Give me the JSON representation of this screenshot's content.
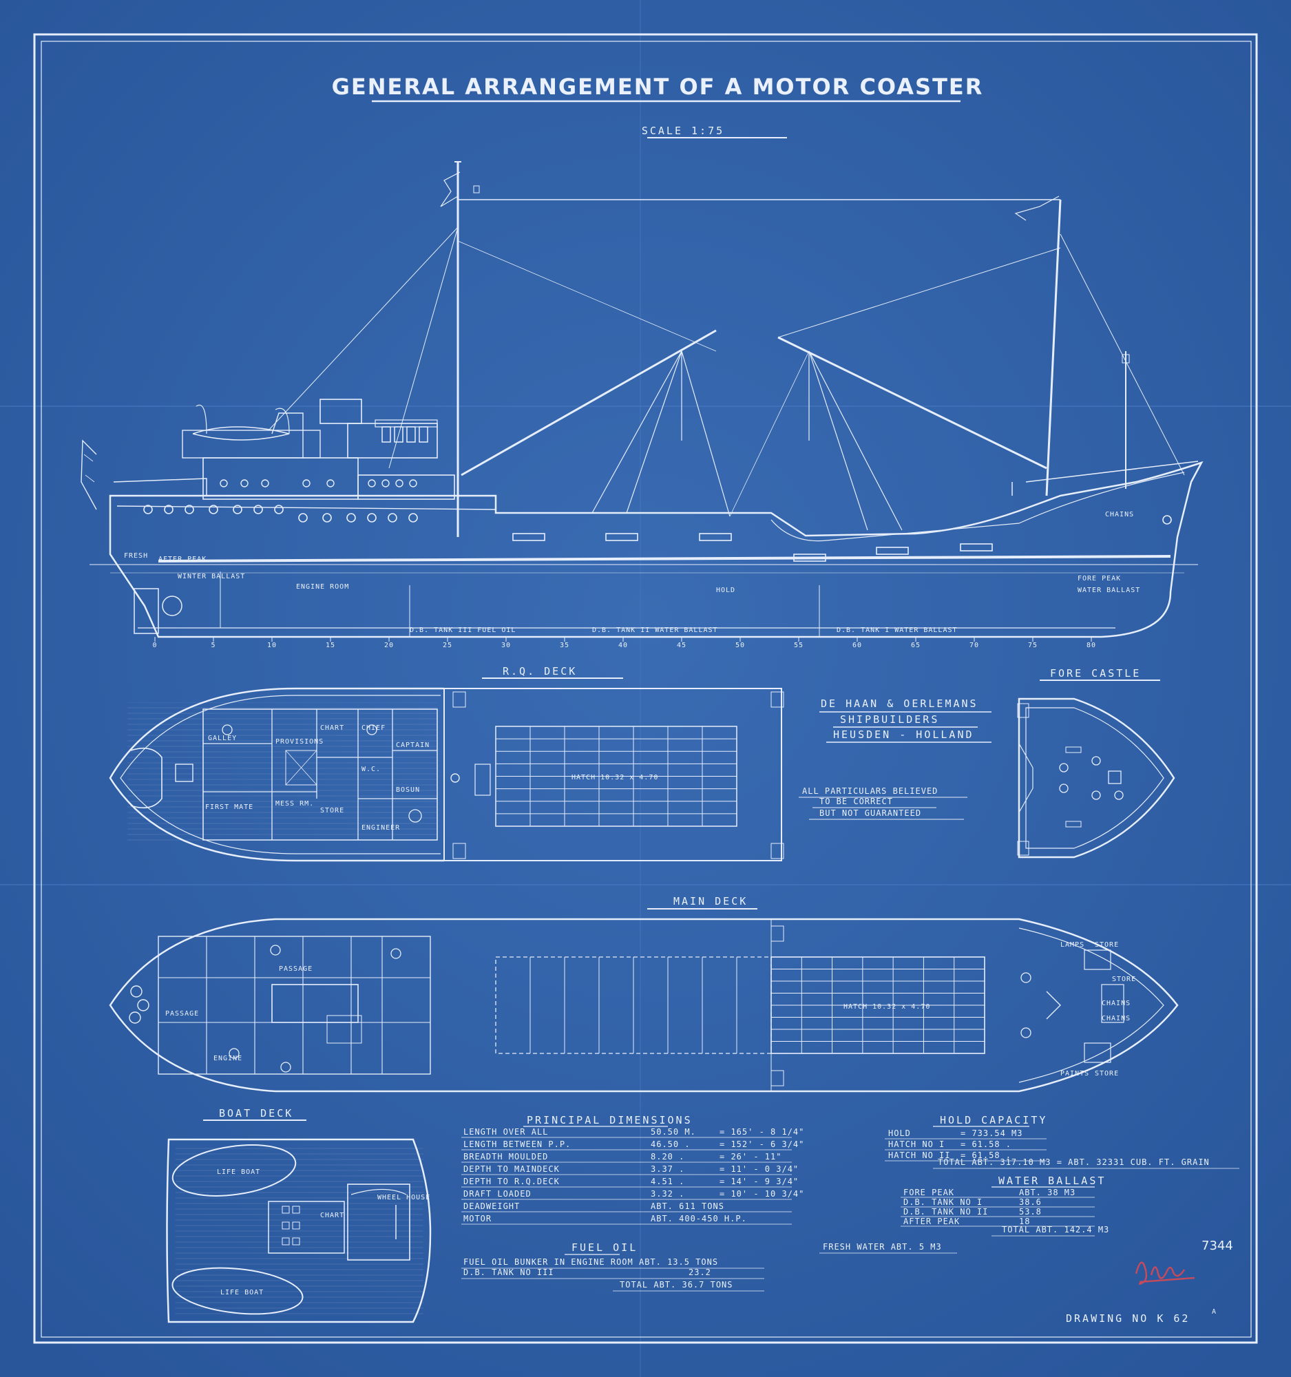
{
  "title": "GENERAL ARRANGEMENT OF A MOTOR COASTER",
  "scale": "SCALE 1:75",
  "elevation_labels": {
    "after_peak": "AFTER PEAK",
    "fresh": "FRESH",
    "winter_ballast": "WINTER BALLAST",
    "engine_room": "ENGINE ROOM",
    "hold": "HOLD",
    "fore_peak": "FORE PEAK",
    "water_ballast": "WATER BALLAST",
    "chains": "CHAINS",
    "db_tank_3": "D.B. TANK III FUEL OIL",
    "db_tank_2": "D.B. TANK II WATER BALLAST",
    "db_tank_1": "D.B. TANK I WATER BALLAST"
  },
  "frame_numbers": [
    "0",
    "5",
    "10",
    "15",
    "20",
    "25",
    "30",
    "35",
    "40",
    "45",
    "50",
    "55",
    "60",
    "65",
    "70",
    "75",
    "80"
  ],
  "rq_deck": {
    "heading": "R.Q. DECK",
    "hatch": "HATCH 10.32 x 4.70",
    "rooms": [
      "GALLEY",
      "PROVISIONS",
      "CAPTAIN",
      "BOSUN",
      "MESS RM.",
      "FIRST MATE",
      "ENGINEER",
      "STORE",
      "W.C.",
      "CHIEF",
      "CHART"
    ]
  },
  "forecastle": {
    "heading": "FORE CASTLE"
  },
  "builder": {
    "line1": "DE HAAN & OERLEMANS",
    "line2": "SHIPBUILDERS",
    "line3": "HEUSDEN - HOLLAND"
  },
  "disclaimer": {
    "line1": "ALL PARTICULARS BELIEVED",
    "line2": "TO BE CORRECT",
    "line3": "BUT NOT GUARANTEED"
  },
  "main_deck": {
    "heading": "MAIN DECK",
    "hatch": "HATCH 10.32 x 4.70",
    "rooms": [
      "PASSAGE",
      "PASSAGE",
      "ENGINE",
      "LAMPS",
      "STORE",
      "STORE",
      "PAINTS",
      "STORE",
      "CHAINS",
      "CHAINS"
    ]
  },
  "boat_deck": {
    "heading": "BOAT DECK",
    "rooms": [
      "LIFE BOAT",
      "LIFE BOAT",
      "CHART",
      "WHEEL HOUSE"
    ]
  },
  "principal_dimensions": {
    "heading": "PRINCIPAL DIMENSIONS",
    "rows": [
      {
        "label": "LENGTH OVER ALL",
        "metric": "50.50 M.",
        "imperial": "= 165' - 8 1/4\""
      },
      {
        "label": "LENGTH BETWEEN P.P.",
        "metric": "46.50 .",
        "imperial": "= 152' - 6 3/4\""
      },
      {
        "label": "BREADTH MOULDED",
        "metric": "8.20 .",
        "imperial": "= 26' - 11\""
      },
      {
        "label": "DEPTH TO MAINDECK",
        "metric": "3.37 .",
        "imperial": "= 11' - 0 3/4\""
      },
      {
        "label": "DEPTH TO R.Q.DECK",
        "metric": "4.51 .",
        "imperial": "= 14' - 9 3/4\""
      },
      {
        "label": "DRAFT LOADED",
        "metric": "3.32 .",
        "imperial": "= 10' - 10 3/4\""
      },
      {
        "label": "DEADWEIGHT",
        "metric": "ABT. 611 TONS",
        "imperial": ""
      },
      {
        "label": "MOTOR",
        "metric": "ABT. 400-450 H.P.",
        "imperial": ""
      }
    ]
  },
  "fuel_oil": {
    "heading": "FUEL OIL",
    "line1": "FUEL OIL BUNKER IN ENGINE ROOM ABT. 13.5 TONS",
    "line2": "D.B. TANK NO III",
    "line2_value": "23.2",
    "total": "TOTAL ABT. 36.7 TONS"
  },
  "hold_capacity": {
    "heading": "HOLD CAPACITY",
    "rows": [
      {
        "label": "HOLD",
        "value": "= 733.54 M3"
      },
      {
        "label": "HATCH NO I",
        "value": "= 61.58 ."
      },
      {
        "label": "HATCH NO II",
        "value": "= 61.58 ."
      }
    ],
    "total": "TOTAL ABT. 317.10 M3 = ABT. 32331 CUB. FT. GRAIN"
  },
  "water_ballast": {
    "heading": "WATER BALLAST",
    "rows": [
      {
        "label": "FORE PEAK",
        "value": "ABT. 38 M3"
      },
      {
        "label": "D.B. TANK NO I",
        "value": "38.6"
      },
      {
        "label": "D.B. TANK NO II",
        "value": "53.8"
      },
      {
        "label": "AFTER PEAK",
        "value": "18"
      }
    ],
    "total": "TOTAL ABT. 142.4 M3"
  },
  "fresh_water": "FRESH WATER ABT. 5 M3",
  "sheet_number": "7344",
  "drawing_number": "DRAWING NO K 62",
  "drawing_suffix": "A",
  "colors": {
    "paper": "#2f5fa6",
    "ink": "#eaf1fb",
    "signature": "#c44a5e"
  }
}
